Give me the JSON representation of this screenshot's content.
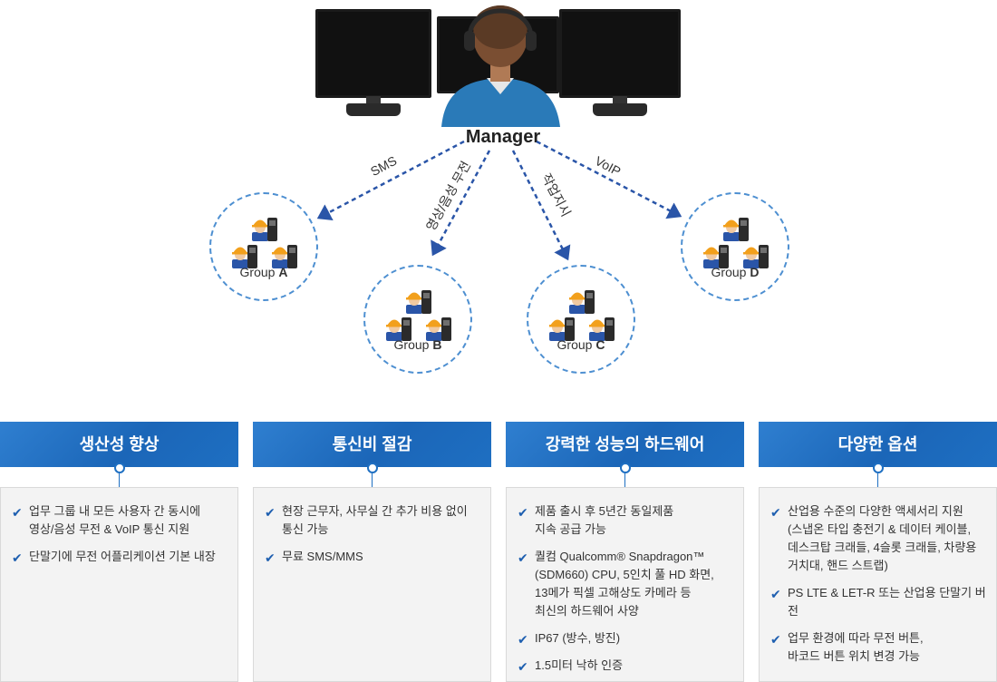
{
  "diagram": {
    "manager_label": "Manager",
    "arrows": [
      {
        "label": "SMS"
      },
      {
        "label": "영상/음성 무전"
      },
      {
        "label": "작업지시"
      },
      {
        "label": "VoIP"
      }
    ],
    "groups": [
      {
        "prefix": "Group",
        "letter": "A"
      },
      {
        "prefix": "Group",
        "letter": "B"
      },
      {
        "prefix": "Group",
        "letter": "C"
      },
      {
        "prefix": "Group",
        "letter": "D"
      }
    ],
    "colors": {
      "arrow": "#2a55a8",
      "circle_border": "#4d8fd1",
      "hardhat": "#f2a01c",
      "vest": "#2a55a8",
      "device": "#2b2b2b"
    }
  },
  "features": [
    {
      "title": "생산성 향상",
      "items": [
        "업무 그룹 내 모든 사용자 간 동시에\n영상/음성 무전 & VoIP 통신 지원",
        "단말기에 무전 어플리케이션 기본 내장"
      ]
    },
    {
      "title": "통신비 절감",
      "items": [
        "현장 근무자, 사무실 간 추가 비용 없이\n통신 가능",
        "무료 SMS/MMS"
      ]
    },
    {
      "title": "강력한 성능의 하드웨어",
      "items": [
        "제품 출시 후 5년간 동일제품\n지속 공급 가능",
        "퀄컴 Qualcomm® Snapdragon™\n(SDM660) CPU, 5인치 풀 HD 화면,\n13메가 픽셀 고해상도 카메라 등\n최신의 하드웨어 사양",
        "IP67 (방수, 방진)",
        "1.5미터 낙하 인증"
      ]
    },
    {
      "title": "다양한 옵션",
      "items": [
        "산업용 수준의 다양한 액세서리 지원\n(스냅온 타입 충전기 & 데이터 케이블,\n데스크탑 크래들, 4슬롯 크래들, 차량용\n거치대, 핸드 스트랩)",
        "PS LTE & LET-R 또는 산업용 단말기 버전",
        "업무 환경에 따라 무전 버튼,\n바코드 버튼 위치 변경 가능"
      ]
    }
  ],
  "icons": {
    "check": "check-icon",
    "worker": "worker-with-device-icon",
    "headset": "headset-icon"
  }
}
